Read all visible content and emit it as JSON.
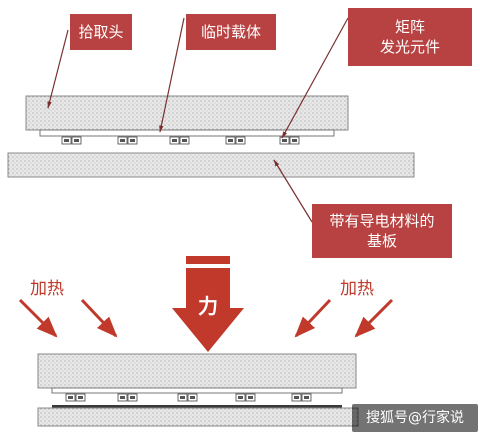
{
  "labels": {
    "pickup_head": "拾取头",
    "temp_carrier": "临时载体",
    "led_array": "矩阵\n发光元件",
    "substrate": "带有导电材料的\n基板",
    "heat_left": "加热",
    "heat_right": "加热",
    "force": "力"
  },
  "watermark": "搜狐号@行家说",
  "colors": {
    "callout_bg": "#b84242",
    "arrow_red": "#c0392b",
    "force_arrow": "#c0392b",
    "plate_fill": "#e6e6e6",
    "chip_fill": "#555555"
  }
}
